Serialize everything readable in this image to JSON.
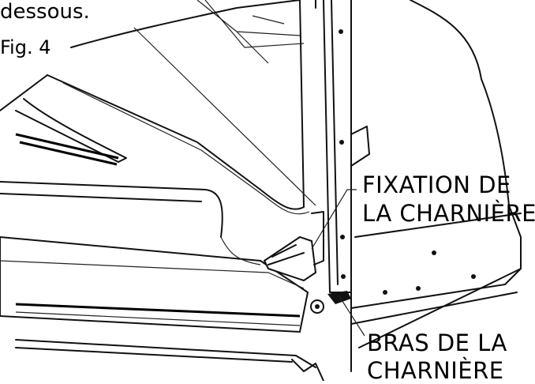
{
  "header": {
    "text": "dessous."
  },
  "figure": {
    "label": "Fig. 4"
  },
  "callouts": {
    "hinge_fixation": {
      "line1": "FIXATION DE",
      "line2": "LA CHARNIÈRE"
    },
    "hinge_arm": {
      "line1": "BRAS DE LA",
      "line2": "CHARNIÈRE"
    }
  },
  "colors": {
    "ink": "#111111",
    "paper": "#ffffff"
  }
}
